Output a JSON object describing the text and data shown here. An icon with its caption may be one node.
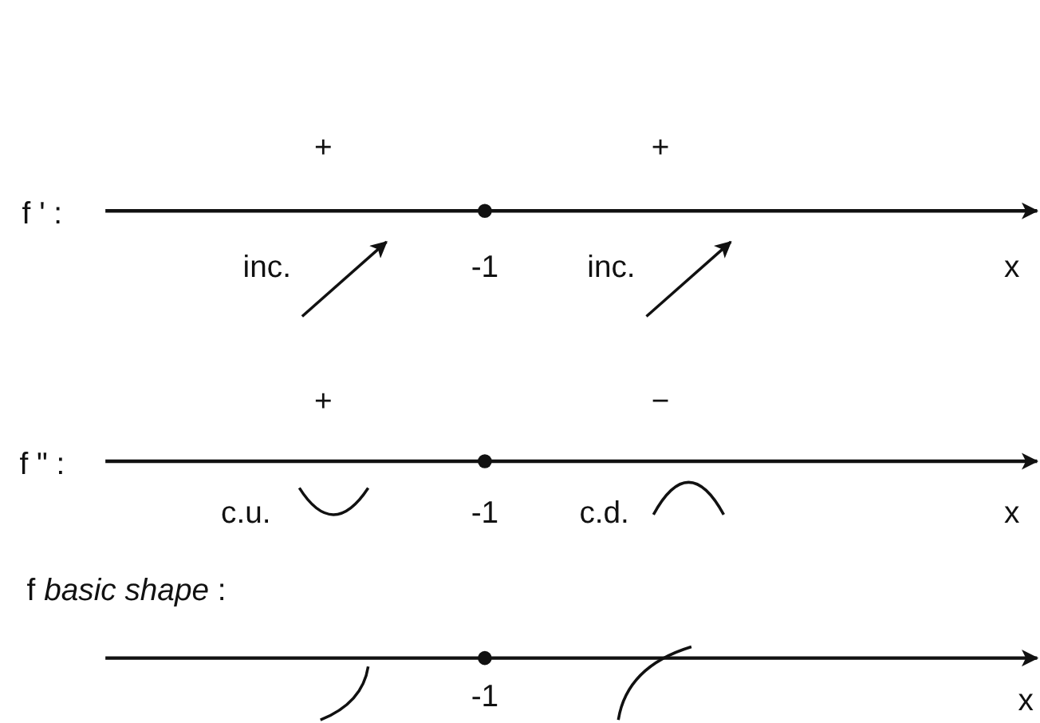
{
  "diagram": {
    "labels": [
      "f ' :",
      "+",
      "+",
      "inc.",
      "-1",
      "inc.",
      "x",
      "f \" :",
      "+",
      "−",
      "c.u.",
      "-1",
      "c.d.",
      "x",
      "f *basic shape* :",
      "-1",
      "x"
    ]
  }
}
